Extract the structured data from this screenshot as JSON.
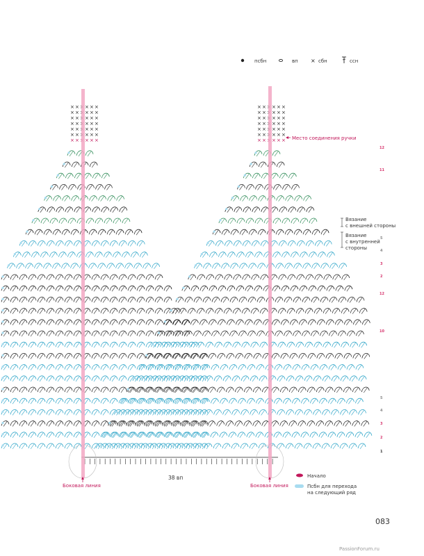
{
  "symbol_legend": [
    {
      "icon": "dot-icon",
      "label": "псбн"
    },
    {
      "icon": "oval-icon",
      "label": "вп"
    },
    {
      "icon": "cross-icon",
      "label": "сбн"
    },
    {
      "icon": "tall-stitch-icon",
      "label": "ссн"
    }
  ],
  "annotations": {
    "handle_join": "Место соединения ручки",
    "outer_side_1": "Вязание",
    "outer_side_2": "с внешней стороны",
    "inner_side_1": "Вязание",
    "inner_side_2": "с внутренней",
    "inner_side_3": "стороны",
    "side_line_left": "Боковая линия",
    "side_line_right": "Боковая линия",
    "chain_count": "38 вп"
  },
  "row_numbers": [
    {
      "label": "12",
      "color": "#d6336c"
    },
    {
      "label": "11",
      "color": "#d6336c"
    },
    {
      "label": "5",
      "color": "#888888"
    },
    {
      "label": "4",
      "color": "#888888"
    },
    {
      "label": "3",
      "color": "#d6336c"
    },
    {
      "label": "2",
      "color": "#d6336c"
    },
    {
      "label": "12",
      "color": "#d6336c"
    },
    {
      "label": "10",
      "color": "#d6336c"
    },
    {
      "label": "5",
      "color": "#888888"
    },
    {
      "label": "4",
      "color": "#888888"
    },
    {
      "label": "3",
      "color": "#d6336c"
    },
    {
      "label": "2",
      "color": "#d6336c"
    },
    {
      "label": "1",
      "color": "#333333"
    }
  ],
  "bottom_legend": {
    "start": "Начало",
    "transition_1": "Псбн для перехода",
    "transition_2": "на следующий ряд"
  },
  "page_number": "083",
  "watermark": "PassionForum.ru",
  "colors": {
    "green": "#2e8b57",
    "blue": "#2aa3c7",
    "black": "#222222",
    "pink": "#f2a7c3",
    "magenta": "#c2185b",
    "light_blue": "#a8dcf0"
  }
}
